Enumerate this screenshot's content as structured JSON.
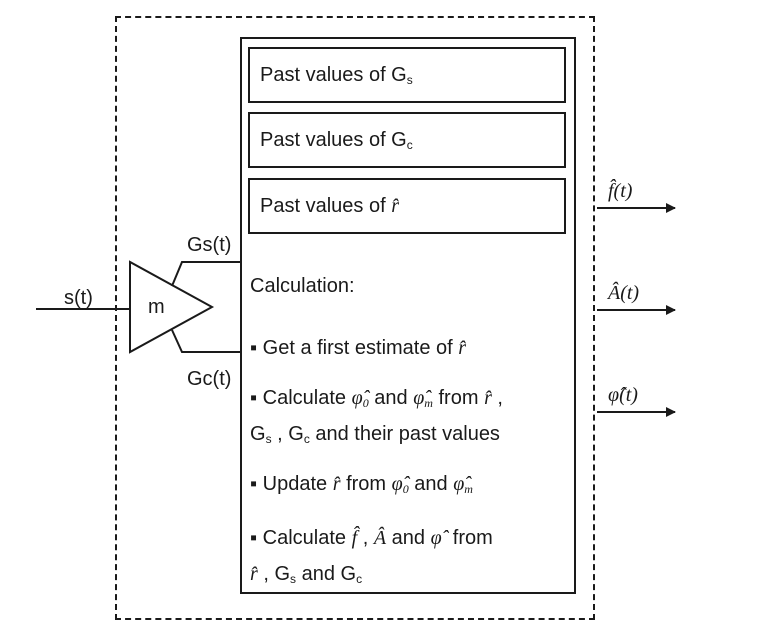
{
  "input": {
    "signal_label": "s(t)",
    "block_label": "m",
    "gs_label": "Gs(t)",
    "gc_label": "Gc(t)"
  },
  "memory": {
    "gs_row": {
      "prefix": "Past values of G",
      "sub": "s"
    },
    "gc_row": {
      "prefix": "Past values of G",
      "sub": "c"
    },
    "r_row": {
      "prefix": "Past values of",
      "symbol": "r̂"
    }
  },
  "calculation": {
    "title": "Calculation:",
    "step1": {
      "bullet": "▪",
      "text": "Get a first estimate of",
      "symbol": "r̂"
    },
    "step2": {
      "bullet": "▪",
      "text_a": "Calculate",
      "phi0": "φ̂",
      "phi0_sub": "0",
      "and": "and",
      "phim": "φ̂",
      "phim_sub": "m",
      "from": "from",
      "r": "r̂",
      "tail": ",",
      "line2": {
        "gs": "G",
        "gs_sub": "s",
        "sep": ",",
        "gc": "G",
        "gc_sub": "c",
        "rest": "and their past values"
      }
    },
    "step3": {
      "bullet": "▪",
      "text": "Update",
      "r": "r̂",
      "from": "from",
      "phi0": "φ̂",
      "phi0_sub": "0",
      "and": "and",
      "phim": "φ̂",
      "phim_sub": "m"
    },
    "step4": {
      "bullet": "▪",
      "text": "Calculate",
      "f": "f̂",
      "sep1": ",",
      "A": "Â",
      "and": "and",
      "phi": "φ̂",
      "from": "from",
      "line2": {
        "r": "r̂",
        "sep": ",",
        "gs": "G",
        "gs_sub": "s",
        "and": "and",
        "gc": "G",
        "gc_sub": "c"
      }
    }
  },
  "outputs": [
    "f̂(t)",
    "Â(t)",
    "φ̂(t)"
  ]
}
